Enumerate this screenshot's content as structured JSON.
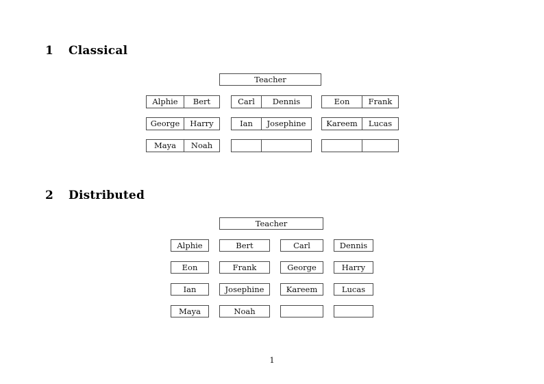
{
  "document": {
    "page_number": "1"
  },
  "sections": [
    {
      "number": "1",
      "title": "Classical",
      "teacher_label": "Teacher",
      "groups": [
        {
          "name": "group-left",
          "rows": [
            [
              "Alphie",
              "Bert"
            ],
            [
              "George",
              "Harry"
            ],
            [
              "Maya",
              "Noah"
            ]
          ]
        },
        {
          "name": "group-middle",
          "rows": [
            [
              "Carl",
              "Dennis"
            ],
            [
              "Ian",
              "Josephine"
            ],
            [
              "",
              ""
            ]
          ]
        },
        {
          "name": "group-right",
          "rows": [
            [
              "Eon",
              "Frank"
            ],
            [
              "Kareem",
              "Lucas"
            ],
            [
              "",
              ""
            ]
          ]
        }
      ]
    },
    {
      "number": "2",
      "title": "Distributed",
      "teacher_label": "Teacher",
      "grid": {
        "columns": 4,
        "rows": [
          [
            "Alphie",
            "Bert",
            "Carl",
            "Dennis"
          ],
          [
            "Eon",
            "Frank",
            "George",
            "Harry"
          ],
          [
            "Ian",
            "Josephine",
            "Kareem",
            "Lucas"
          ],
          [
            "Maya",
            "Noah",
            "",
            ""
          ]
        ]
      }
    }
  ],
  "colors": {
    "page_background": "#ffffff",
    "text": "#111111",
    "box_border": "#4a4a4a"
  }
}
